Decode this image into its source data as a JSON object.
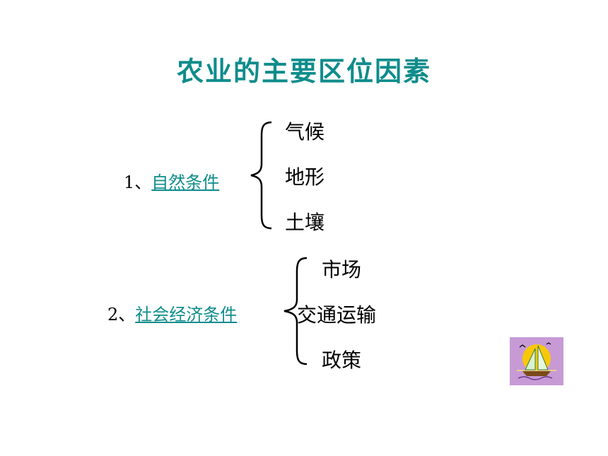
{
  "slide": {
    "title": "农业的主要区位因素",
    "section1": {
      "number": "1、",
      "link_text": "自然条件",
      "items": [
        "气候",
        "地形",
        "土壤"
      ]
    },
    "section2": {
      "number": "2、",
      "link_text": "社会经济条件",
      "items": [
        "市场",
        "交通运输",
        "政策"
      ]
    },
    "nav_button_icon": "sailboat-sunset-icon"
  },
  "colors": {
    "title": "#0f8c8c",
    "link": "#0f8c8c",
    "icon_bg": "#c79ad6",
    "sun": "#f7c80a"
  }
}
